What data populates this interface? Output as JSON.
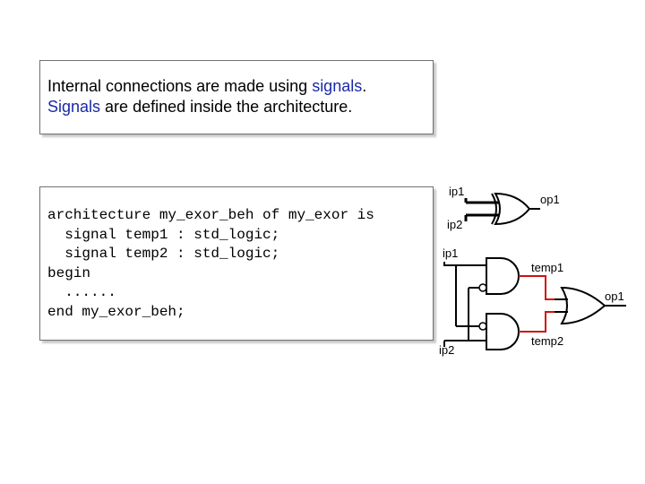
{
  "intro": {
    "line1_pre": "Internal connections are made using ",
    "line1_highlight": "signals",
    "line1_post": ".",
    "line2_highlight": "Signals",
    "line2_post": " are defined inside the architecture."
  },
  "code": {
    "lines": [
      "architecture my_exor_beh of my_exor is",
      "  signal temp1 : std_logic;",
      "  signal temp2 : std_logic;",
      "begin",
      "  ......",
      "end my_exor_beh;"
    ]
  },
  "circuit": {
    "top_gate": {
      "input1": "ip1",
      "input2": "ip2",
      "output": "op1"
    },
    "bottom": {
      "input1": "ip1",
      "input2": "ip2",
      "signal1": "temp1",
      "signal2": "temp2",
      "output": "op1"
    },
    "signal_wire_color": "#d01010"
  }
}
